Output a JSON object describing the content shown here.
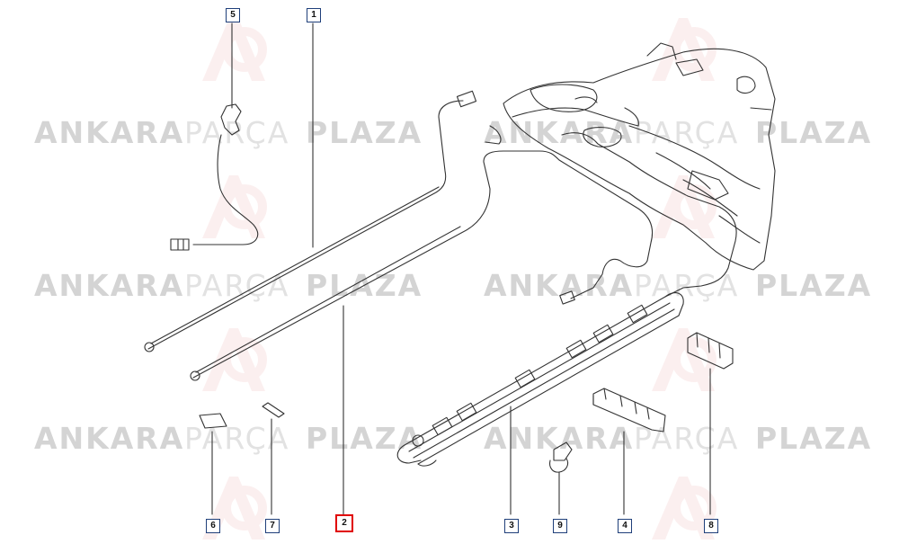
{
  "watermark": {
    "part1": "ANKARA",
    "part2": "PARÇA",
    "part3": "PLAZA"
  },
  "callouts": {
    "c1": "1",
    "c2": "2",
    "c3": "3",
    "c4": "4",
    "c5": "5",
    "c6": "6",
    "c7": "7",
    "c8": "8",
    "c9": "9"
  },
  "selected_callout": "2",
  "colors": {
    "line": "#333333",
    "callout_border": "#1f3f7a",
    "selected": "#e00000",
    "watermark": "#d4d4d4",
    "logo": "#e07070"
  }
}
